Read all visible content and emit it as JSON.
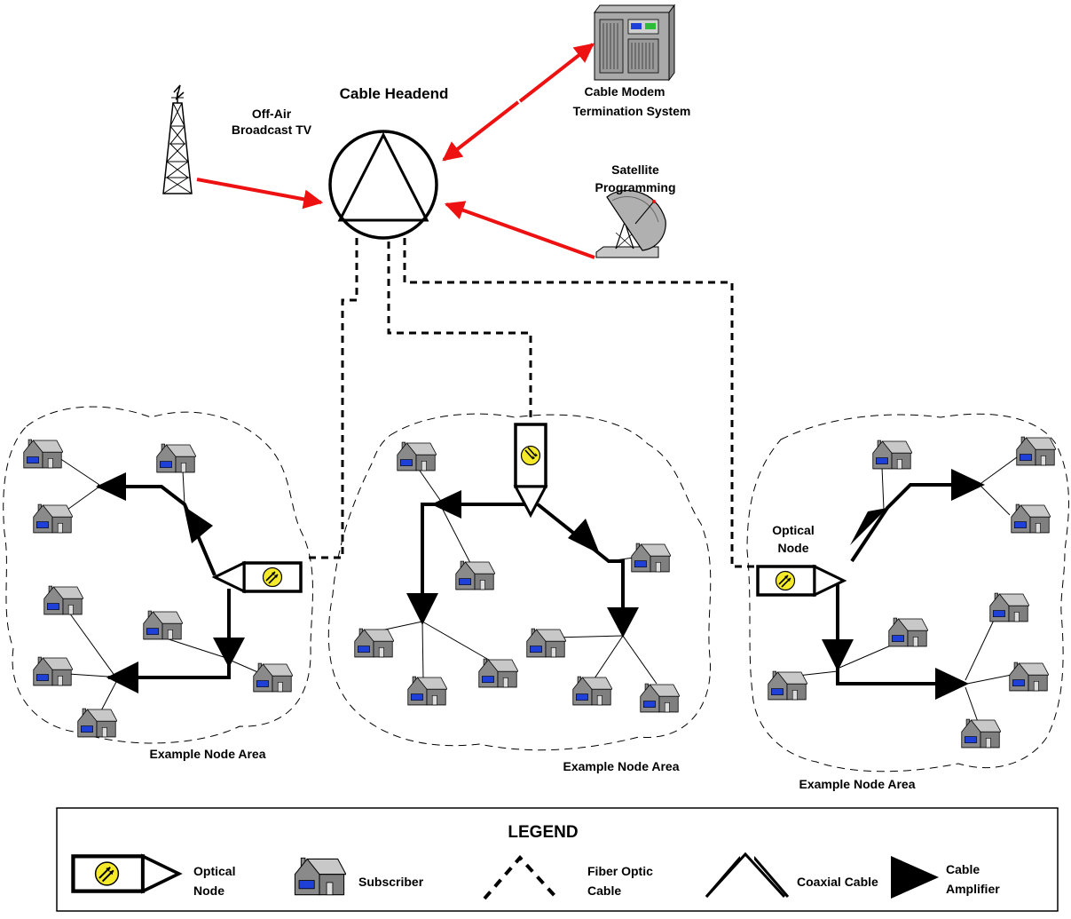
{
  "headend": {
    "title": "Cable Headend"
  },
  "sources": {
    "off_air_line1": "Off-Air",
    "off_air_line2": "Broadcast TV",
    "cmts_line1": "Cable Modem",
    "cmts_line2": "Termination System",
    "satellite_line1": "Satellite",
    "satellite_line2": "Programming"
  },
  "node_areas": {
    "left_label": "Example Node Area",
    "center_label": "Example Node Area",
    "right_label": "Example Node Area",
    "optical_node_line1": "Optical",
    "optical_node_line2": "Node"
  },
  "legend": {
    "title": "LEGEND",
    "optical_node_line1": "Optical",
    "optical_node_line2": "Node",
    "subscriber": "Subscriber",
    "fiber_line1": "Fiber Optic",
    "fiber_line2": "Cable",
    "coax": "Coaxial Cable",
    "amp_line1": "Cable",
    "amp_line2": "Amplifier"
  },
  "colors": {
    "signal_arrow": "#ee1111",
    "house_body": "#7f7f7f",
    "house_roof": "#c8c8c8",
    "house_window": "#1f3fd9",
    "optical_node_fill": "#f5ea2a",
    "stroke": "#000000"
  }
}
